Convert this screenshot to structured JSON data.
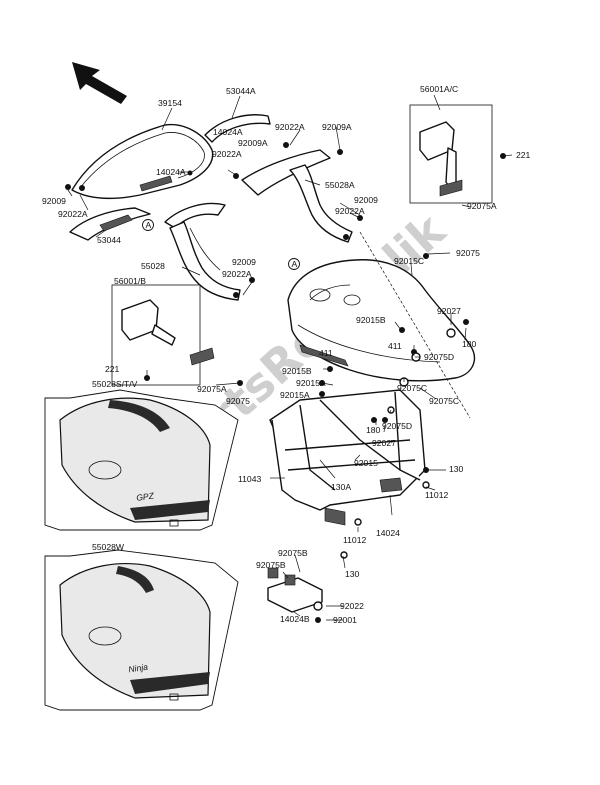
{
  "part_labels": [
    "39154",
    "53044A",
    "14024A",
    "92009A",
    "92022A",
    "92022A",
    "92009A",
    "14024A",
    "92009",
    "92022A",
    "53044",
    "55028A",
    "92009",
    "92022A",
    "56001A/C",
    "221",
    "92075A",
    "92075",
    "55028",
    "92009",
    "92022A",
    "92015C",
    "56001/B",
    "92027",
    "92015B",
    "180",
    "92075D",
    "411",
    "411",
    "92015B",
    "92015A",
    "221",
    "92075A",
    "92075C",
    "55028S/T/V",
    "92075",
    "92015A",
    "92075C",
    "92075D",
    "180",
    "92027",
    "92015",
    "11043",
    "130",
    "130A",
    "11012",
    "14024",
    "11012",
    "55028W",
    "92075B",
    "92075B",
    "130",
    "92022",
    "14024B",
    "92001"
  ],
  "callouts": [
    "A",
    "A"
  ],
  "badges": [
    "GPZ",
    "Ninja"
  ],
  "watermark": "PartsRepublik",
  "icons": [
    "direction-arrow-icon"
  ]
}
